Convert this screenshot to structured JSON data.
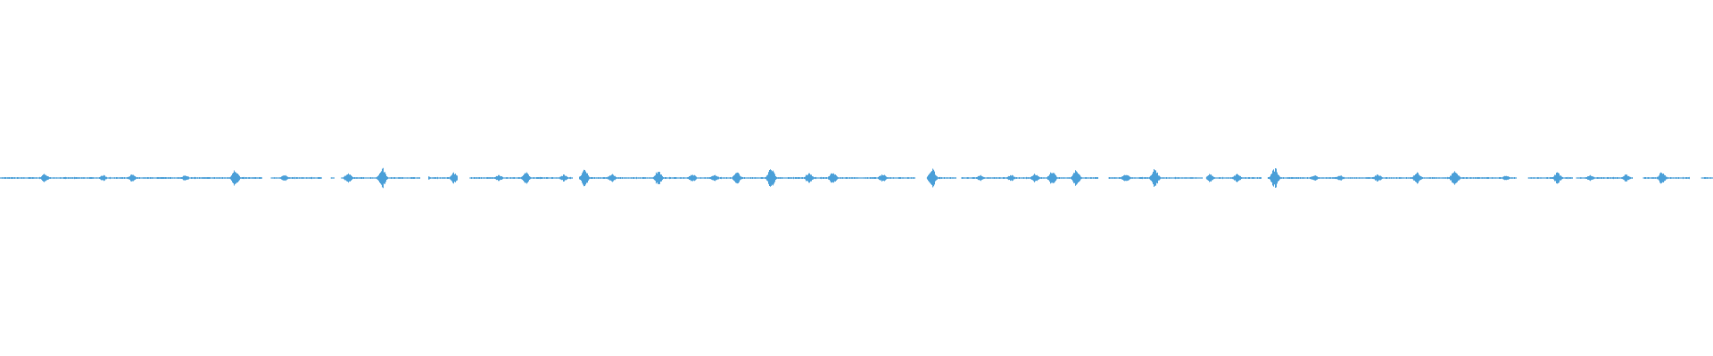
{
  "waveform": {
    "color": "#4a9fd8",
    "background": "#ffffff",
    "description_free": true,
    "segments": [
      [
        0.0,
        0.153
      ],
      [
        0.158,
        0.188
      ],
      [
        0.193,
        0.195
      ],
      [
        0.199,
        0.245
      ],
      [
        0.25,
        0.267
      ],
      [
        0.274,
        0.334
      ],
      [
        0.338,
        0.534
      ],
      [
        0.541,
        0.558
      ],
      [
        0.561,
        0.641
      ],
      [
        0.647,
        0.702
      ],
      [
        0.704,
        0.736
      ],
      [
        0.74,
        0.885
      ],
      [
        0.892,
        0.918
      ],
      [
        0.92,
        0.953
      ],
      [
        0.959,
        0.986
      ],
      [
        0.993,
        1.0
      ]
    ],
    "bursts": [
      {
        "t": 0.026,
        "a": 0.42
      },
      {
        "t": 0.06,
        "a": 0.28
      },
      {
        "t": 0.077,
        "a": 0.38
      },
      {
        "t": 0.108,
        "a": 0.3
      },
      {
        "t": 0.137,
        "a": 0.8
      },
      {
        "t": 0.166,
        "a": 0.3
      },
      {
        "t": 0.203,
        "a": 0.45
      },
      {
        "t": 0.223,
        "a": 1.0
      },
      {
        "t": 0.249,
        "a": 0.2
      },
      {
        "t": 0.265,
        "a": 0.55
      },
      {
        "t": 0.291,
        "a": 0.3
      },
      {
        "t": 0.307,
        "a": 0.55
      },
      {
        "t": 0.329,
        "a": 0.35
      },
      {
        "t": 0.341,
        "a": 0.8
      },
      {
        "t": 0.357,
        "a": 0.4
      },
      {
        "t": 0.384,
        "a": 0.7
      },
      {
        "t": 0.404,
        "a": 0.4
      },
      {
        "t": 0.417,
        "a": 0.35
      },
      {
        "t": 0.43,
        "a": 0.55
      },
      {
        "t": 0.45,
        "a": 1.0
      },
      {
        "t": 0.472,
        "a": 0.55
      },
      {
        "t": 0.486,
        "a": 0.6
      },
      {
        "t": 0.515,
        "a": 0.4
      },
      {
        "t": 0.544,
        "a": 0.9
      },
      {
        "t": 0.572,
        "a": 0.3
      },
      {
        "t": 0.59,
        "a": 0.3
      },
      {
        "t": 0.604,
        "a": 0.45
      },
      {
        "t": 0.614,
        "a": 0.7
      },
      {
        "t": 0.628,
        "a": 0.8
      },
      {
        "t": 0.657,
        "a": 0.4
      },
      {
        "t": 0.674,
        "a": 0.9
      },
      {
        "t": 0.706,
        "a": 0.4
      },
      {
        "t": 0.722,
        "a": 0.45
      },
      {
        "t": 0.744,
        "a": 1.0
      },
      {
        "t": 0.767,
        "a": 0.3
      },
      {
        "t": 0.782,
        "a": 0.3
      },
      {
        "t": 0.804,
        "a": 0.4
      },
      {
        "t": 0.827,
        "a": 0.55
      },
      {
        "t": 0.849,
        "a": 0.9
      },
      {
        "t": 0.879,
        "a": 0.25
      },
      {
        "t": 0.909,
        "a": 0.55
      },
      {
        "t": 0.928,
        "a": 0.3
      },
      {
        "t": 0.949,
        "a": 0.35
      },
      {
        "t": 0.97,
        "a": 0.6
      },
      {
        "t": 0.988,
        "a": 0.35
      }
    ],
    "base_amplitude": 0.06
  }
}
